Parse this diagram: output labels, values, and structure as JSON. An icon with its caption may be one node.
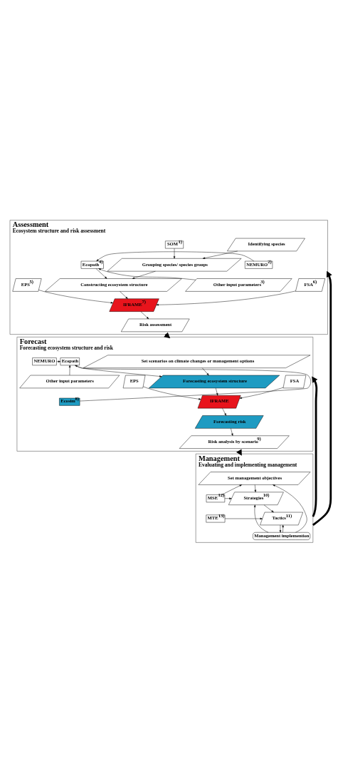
{
  "diagram": {
    "nodes": [
      {
        "text": [
          "Assessment",
          "Ecosystem structure and risk assessment"
        ]
      },
      {
        "text": [
          "Identifying species"
        ],
        "in": 0
      },
      {
        "text": [
          "SOM$^{1)}$"
        ],
        "in": 0
      },
      {
        "text": [
          "Grouping species/ species groups"
        ],
        "in": 0
      },
      {
        "text": [
          "Ecopath$^{4)}$"
        ],
        "in": 0
      },
      {
        "text": [
          "NEMURO$^{2)}$"
        ],
        "in": 0
      },
      {
        "text": [
          "Other input parameters$^{3)}$"
        ],
        "in": 0
      },
      {
        "text": [
          "EPS$^{5)}$"
        ],
        "in": 0
      },
      {
        "text": [
          "Constructing ecosystem structure"
        ],
        "in": 0
      },
      {
        "text": [
          "FSA$^{6)}$"
        ],
        "in": 0
      },
      {
        "text": [
          "IFRAME$^{7)}$"
        ],
        "in": 0
      },
      {
        "text": [
          "Risk assessment"
        ],
        "in": 0
      },
      {
        "text": [
          "Forecast",
          "Forecasting ecosystem structure and risk"
        ]
      },
      {
        "text": [
          "Set scenarios on climate changes or management options"
        ],
        "in": 12
      },
      {
        "text": [
          "Ecopath"
        ],
        "in": 12
      },
      {
        "text": [
          "NEMURO"
        ],
        "in": 12
      },
      {
        "text": [
          "Other input parameters"
        ],
        "in": 12
      },
      {
        "text": [
          "Ecosim$^{8)}$"
        ],
        "in": 12
      },
      {
        "text": [
          "EPS"
        ],
        "in": 12
      },
      {
        "text": [
          "Forecasting ecosystem structure"
        ],
        "in": 12
      },
      {
        "text": [
          "FSA"
        ],
        "in": 12
      },
      {
        "text": [
          "IFRAME"
        ],
        "in": 12
      },
      {
        "text": [
          "Forecasting risk"
        ],
        "in": 12
      },
      {
        "text": [
          "Risk analysis by scenario$^{9)}$"
        ],
        "in": 12
      },
      {
        "text": [
          "Management",
          "Evaluating and implementing management"
        ]
      },
      {
        "text": [
          "Set management objectives"
        ],
        "in": 24
      },
      {
        "text": [
          "Strategies$^{10)}$"
        ],
        "in": 24
      },
      {
        "text": [
          "MSE$^{12)}$"
        ],
        "in": 24
      },
      {
        "text": [
          "Tactics$^{11)}$"
        ],
        "in": 24
      },
      {
        "text": [
          "MTE$^{13)}$"
        ],
        "in": 24
      },
      {
        "text": [
          "Management implemention"
        ],
        "in": 24
      }
    ],
    "edges": [
      {
        "from": 24,
        "to": 0,
        "arrow": "to",
        "style": "thick"
      },
      {
        "from": 0,
        "to": 12,
        "arrow": "to",
        "style": "thick"
      },
      {
        "from": 24,
        "to": 12,
        "arrow": "to",
        "style": "thick"
      },
      {
        "from": 12,
        "to": 24,
        "arrow": "to",
        "style": "thick"
      },
      {
        "from": 1,
        "to": 3,
        "arrow": "to"
      },
      {
        "from": 2,
        "to": 3,
        "arrow": "to"
      },
      {
        "from": 3,
        "to": 8,
        "arrow": "to"
      },
      {
        "from": 4,
        "to": 8,
        "arrow": "to"
      },
      {
        "from": 5,
        "to": 4,
        "arrow": "to"
      },
      {
        "from": 6,
        "to": 4,
        "arrow": "to"
      },
      {
        "from": 7,
        "to": 10,
        "arrow": "to"
      },
      {
        "from": 8,
        "to": 10,
        "arrow": "to"
      },
      {
        "from": 9,
        "to": 10,
        "arrow": "to"
      },
      {
        "from": 10,
        "to": 11,
        "arrow": "to"
      },
      {
        "from": 13,
        "to": 19,
        "arrow": "to"
      },
      {
        "from": 14,
        "to": 19,
        "arrow": "to"
      },
      {
        "from": 15,
        "to": 14,
        "arrow": "to"
      },
      {
        "from": 16,
        "to": 14,
        "arrow": "to"
      },
      {
        "from": 17,
        "to": 14,
        "arrow": "to"
      },
      {
        "from": 18,
        "to": 21,
        "arrow": "to"
      },
      {
        "from": 19,
        "to": 21,
        "arrow": "to"
      },
      {
        "from": 20,
        "to": 21,
        "arrow": "to"
      },
      {
        "from": 21,
        "to": 22,
        "arrow": "to"
      },
      {
        "from": 22,
        "to": 23,
        "arrow": "to"
      },
      {
        "from": 25,
        "to": 26,
        "arrow": "to"
      },
      {
        "from": 26,
        "to": 28,
        "arrow": "to"
      },
      {
        "from": 28,
        "to": 30,
        "arrow": "to"
      },
      {
        "from": 30,
        "to": 25,
        "arrow": "to"
      },
      {
        "from": 30,
        "to": 26,
        "arrow": "to"
      },
      {
        "from": 30,
        "to": 28,
        "arrow": "to"
      },
      {
        "from": 27,
        "to": 25,
        "arrow": "to"
      },
      {
        "from": 27,
        "to": 26,
        "arrow": "to"
      },
      {
        "from": 29,
        "to": 28,
        "arrow": "to"
      }
    ]
  }
}
